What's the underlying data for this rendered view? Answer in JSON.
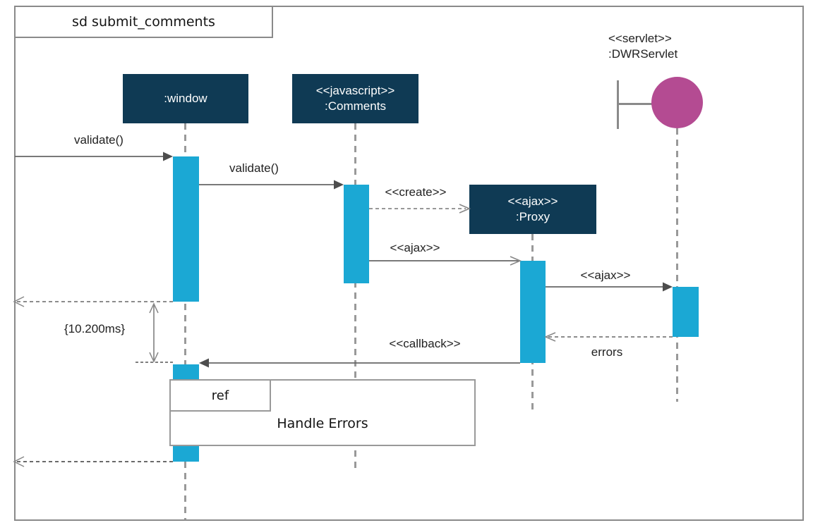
{
  "frame": {
    "title": "sd submit_comments"
  },
  "lifelines": [
    {
      "id": "window",
      "stereotype": "",
      "label": ":window"
    },
    {
      "id": "comments",
      "stereotype": "<<javascript>>",
      "label": ":Comments"
    },
    {
      "id": "proxy",
      "stereotype": "<<ajax>>",
      "label": ":Proxy"
    },
    {
      "id": "dwrservlet",
      "stereotype": "<<servlet>>",
      "label": ":DWRServlet"
    }
  ],
  "messages": [
    {
      "label": "validate()",
      "from": "actor",
      "to": "window",
      "kind": "sync"
    },
    {
      "label": "validate()",
      "from": "window",
      "to": "comments",
      "kind": "sync"
    },
    {
      "label": "<<create>>",
      "from": "comments",
      "to": "proxy",
      "kind": "create-dashed"
    },
    {
      "label": "<<ajax>>",
      "from": "comments",
      "to": "proxy",
      "kind": "async"
    },
    {
      "label": "<<ajax>>",
      "from": "proxy",
      "to": "dwrservlet",
      "kind": "sync"
    },
    {
      "label": "errors",
      "from": "dwrservlet",
      "to": "proxy",
      "kind": "return-dashed"
    },
    {
      "label": "<<callback>>",
      "from": "proxy",
      "to": "window",
      "kind": "sync"
    },
    {
      "label": "",
      "from": "window",
      "to": "actor",
      "kind": "return-dashed"
    },
    {
      "label": "",
      "from": "window",
      "to": "actor",
      "kind": "return-dashed"
    }
  ],
  "duration_constraint": {
    "label": "{10.200ms}"
  },
  "fragment": {
    "operator": "ref",
    "label": "Handle Errors"
  },
  "colors": {
    "lifeline_head": "#0f3a54",
    "activation": "#1ba8d4",
    "actor_circle": "#b44b92",
    "message_line": "#666666",
    "lifeline_dash": "#999999",
    "frame_border": "#8a8a8a"
  }
}
